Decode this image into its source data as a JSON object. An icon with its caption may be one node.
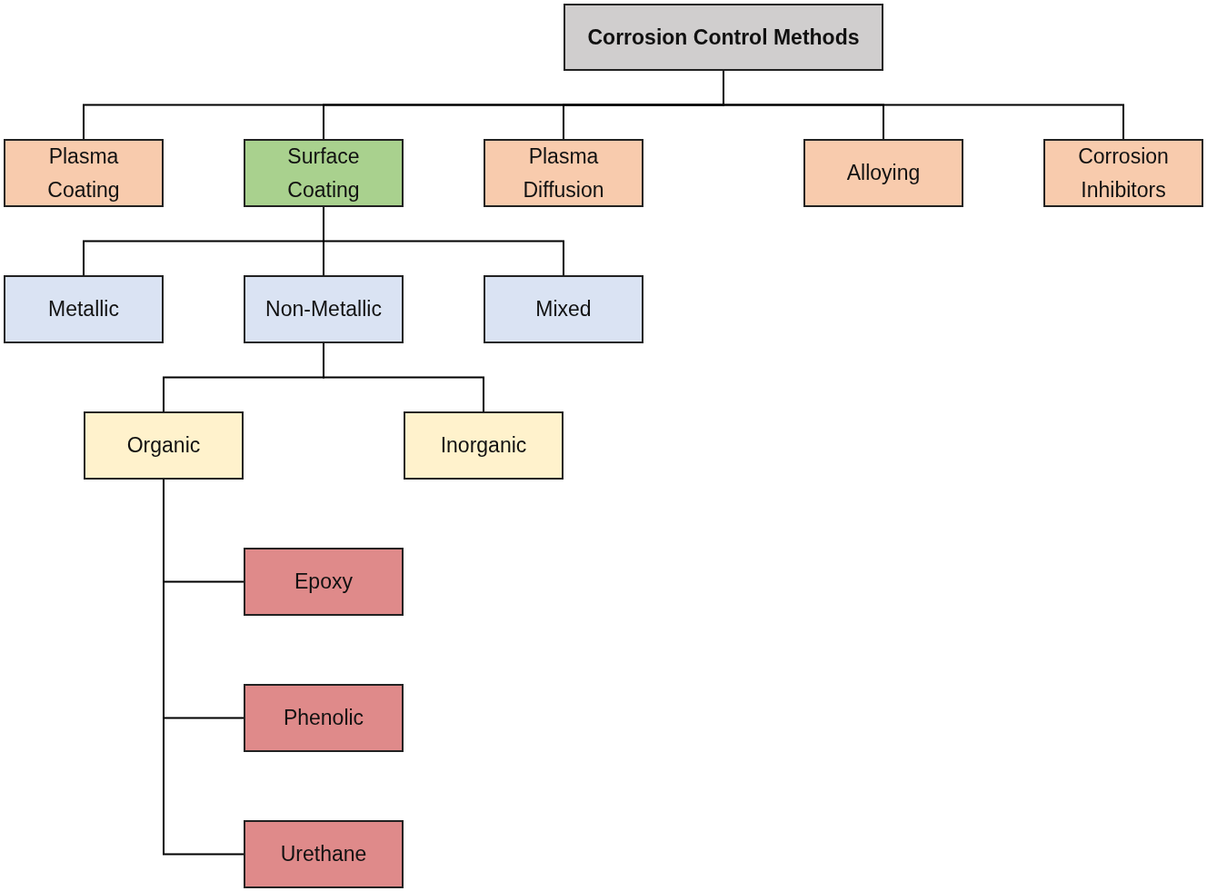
{
  "diagram": {
    "nodes": [
      {
        "text": [
          "Corrosion Control Methods"
        ]
      },
      {
        "text": [
          "Plasma Coating"
        ]
      },
      {
        "text": [
          "Surface Coating"
        ]
      },
      {
        "text": [
          "Plasma Diffusion"
        ]
      },
      {
        "text": [
          "Alloying"
        ]
      },
      {
        "text": [
          "Corrosion Inhibitors"
        ]
      },
      {
        "text": [
          "Metallic"
        ]
      },
      {
        "text": [
          "Non-Metallic"
        ]
      },
      {
        "text": [
          "Mixed"
        ]
      },
      {
        "text": [
          "Organic"
        ]
      },
      {
        "text": [
          "Inorganic"
        ]
      },
      {
        "text": [
          "Epoxy"
        ]
      },
      {
        "text": [
          "Phenolic"
        ]
      },
      {
        "text": [
          "Urethane"
        ]
      }
    ],
    "edges": [
      {
        "from": 0,
        "to": 1,
        "arrow": "none"
      },
      {
        "from": 0,
        "to": 2,
        "arrow": "none"
      },
      {
        "from": 0,
        "to": 3,
        "arrow": "none"
      },
      {
        "from": 0,
        "to": 4,
        "arrow": "none"
      },
      {
        "from": 0,
        "to": 5,
        "arrow": "none"
      },
      {
        "from": 2,
        "to": 6,
        "arrow": "none"
      },
      {
        "from": 2,
        "to": 7,
        "arrow": "none"
      },
      {
        "from": 2,
        "to": 8,
        "arrow": "none"
      },
      {
        "from": 7,
        "to": 9,
        "arrow": "none"
      },
      {
        "from": 7,
        "to": 10,
        "arrow": "none"
      },
      {
        "from": 9,
        "to": 11,
        "arrow": "none"
      },
      {
        "from": 9,
        "to": 12,
        "arrow": "none"
      },
      {
        "from": 9,
        "to": 13,
        "arrow": "none"
      }
    ]
  }
}
